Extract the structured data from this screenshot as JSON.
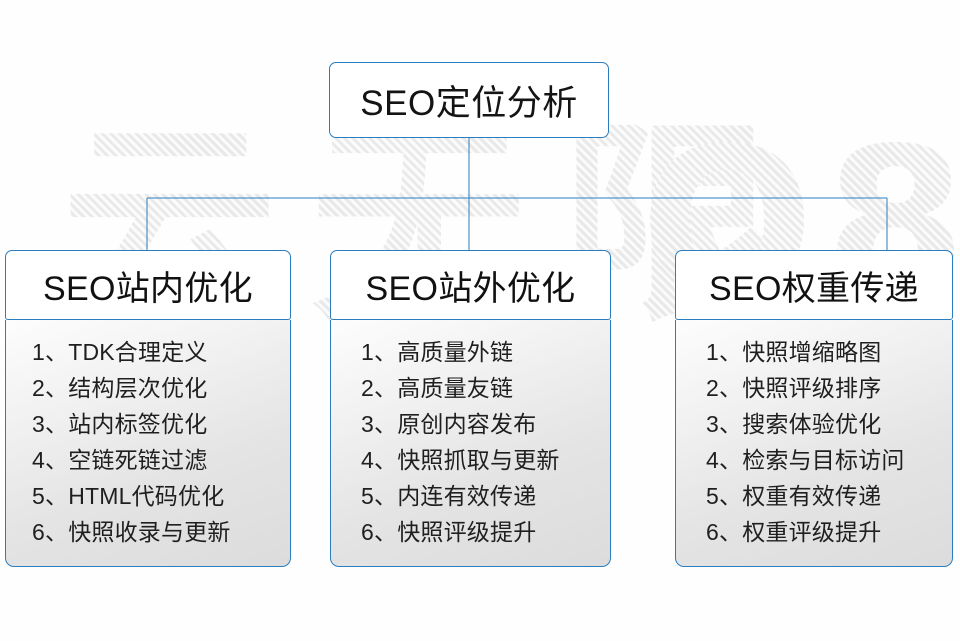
{
  "diagram": {
    "title": "SEO定位分析",
    "accent_color": "#2a7ec0",
    "text_color": "#141414",
    "background_color": "#fefefe",
    "watermark": {
      "line1": "云无限",
      "mark": "Q8"
    },
    "root": {
      "label": "SEO定位分析"
    },
    "columns": [
      {
        "header": "SEO站内优化",
        "items": [
          "1、TDK合理定义",
          "2、结构层次优化",
          "3、站内标签优化",
          "4、空链死链过滤",
          "5、HTML代码优化",
          "6、快照收录与更新"
        ]
      },
      {
        "header": "SEO站外优化",
        "items": [
          "1、高质量外链",
          "2、高质量友链",
          "3、原创内容发布",
          "4、快照抓取与更新",
          "5、内连有效传递",
          "6、快照评级提升"
        ]
      },
      {
        "header": "SEO权重传递",
        "items": [
          "1、快照增缩略图",
          "2、快照评级排序",
          "3、搜索体验优化",
          "4、检索与目标访问",
          "5、权重有效传递",
          "6、权重评级提升"
        ]
      }
    ]
  }
}
